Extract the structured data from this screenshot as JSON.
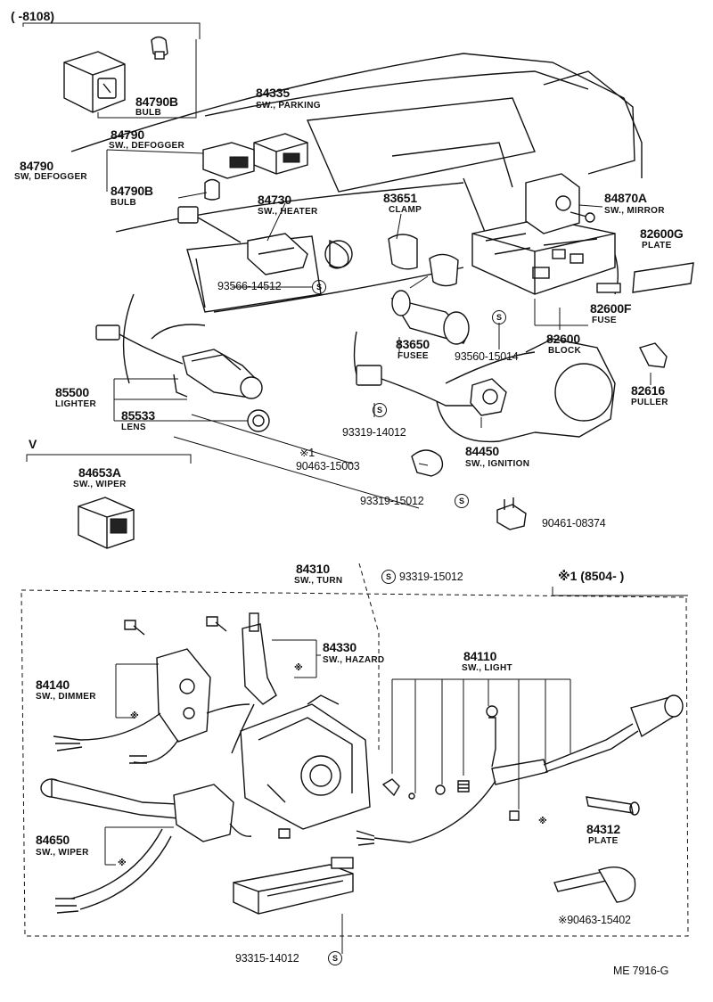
{
  "sections": {
    "upper_range": "( -8108)",
    "v_marker": "V",
    "note1_range": "※1 (8504- )"
  },
  "parts": {
    "p84790B_a": {
      "no": "84790B",
      "name": "BULB"
    },
    "p84335": {
      "no": "84335",
      "name": "SW., PARKING"
    },
    "p84790_a": {
      "no": "84790",
      "name": "SW., DEFOGGER"
    },
    "p84790_b": {
      "no": "84790",
      "name": "SW, DEFOGGER"
    },
    "p84790B_b": {
      "no": "84790B",
      "name": "BULB"
    },
    "p84730": {
      "no": "84730",
      "name": "SW., HEATER"
    },
    "p83651": {
      "no": "83651",
      "name": "CLAMP"
    },
    "p84870A": {
      "no": "84870A",
      "name": "SW., MIRROR"
    },
    "p82600G": {
      "no": "82600G",
      "name": "PLATE"
    },
    "p82600F": {
      "no": "82600F",
      "name": "FUSE"
    },
    "p82600": {
      "no": "82600",
      "name": "BLOCK"
    },
    "p83650": {
      "no": "83650",
      "name": "FUSEE"
    },
    "p85500": {
      "no": "85500",
      "name": "LIGHTER"
    },
    "p85533": {
      "no": "85533",
      "name": "LENS"
    },
    "p82616": {
      "no": "82616",
      "name": "PULLER"
    },
    "p84450": {
      "no": "84450",
      "name": "SW., IGNITION"
    },
    "p84653A": {
      "no": "84653A",
      "name": "SW., WIPER"
    },
    "p84310": {
      "no": "84310",
      "name": "SW., TURN"
    },
    "p84330": {
      "no": "84330",
      "name": "SW., HAZARD"
    },
    "p84140": {
      "no": "84140",
      "name": "SW., DIMMER"
    },
    "p84110": {
      "no": "84110",
      "name": "SW., LIGHT"
    },
    "p84650": {
      "no": "84650",
      "name": "SW., WIPER"
    },
    "p84312": {
      "no": "84312",
      "name": "PLATE"
    }
  },
  "fasteners": {
    "f93566": "93566-14512",
    "f93560": "93560-15014",
    "f93319_14012": "93319-14012",
    "f90463_15003_mark": "※1",
    "f90463_15003": "90463-15003",
    "f93319_15012_a": "93319-15012",
    "f90461": "90461-08374",
    "f93319_15012_b": "93319-15012",
    "f90463_15402": "※90463-15402",
    "f93315": "93315-14012"
  },
  "symbols": {
    "s": "S",
    "asterisk": "※"
  },
  "footer": {
    "code": "ME 7916-G"
  }
}
